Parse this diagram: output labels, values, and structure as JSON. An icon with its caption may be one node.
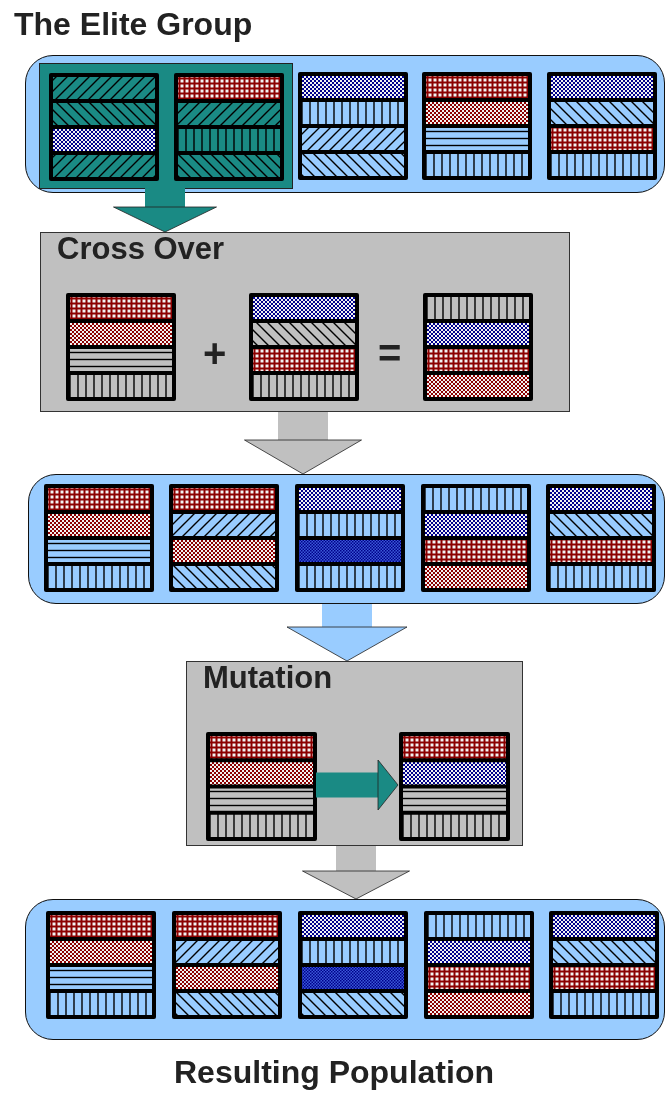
{
  "diagram": {
    "title": "The Elite Group",
    "caption": "Resulting Population",
    "nodes": [
      {
        "text": [],
        "shape": "box"
      },
      {
        "text": [],
        "shape": "box",
        "in": 0
      },
      {
        "text": [
          "Cross Over"
        ]
      },
      {
        "text": [],
        "shape": "box"
      },
      {
        "text": [
          "Mutation"
        ]
      },
      {
        "text": [],
        "shape": "bar",
        "in": 4
      },
      {
        "text": [],
        "shape": "bar",
        "in": 4
      },
      {
        "text": [],
        "shape": "box"
      }
    ],
    "edges": [
      {
        "from": 1,
        "to": 2,
        "arrow": "to",
        "color": "#1a8a84"
      },
      {
        "from": 2,
        "to": 3,
        "arrow": "to",
        "color": "#c0c0c0"
      },
      {
        "from": 3,
        "to": 4,
        "arrow": "to",
        "color": "#99ccff"
      },
      {
        "from": 5,
        "to": 6,
        "arrow": "to",
        "color": "#1a8a84"
      },
      {
        "from": 4,
        "to": 7,
        "arrow": "to",
        "color": "#c0c0c0"
      }
    ],
    "labels": [
      "+",
      "="
    ]
  }
}
